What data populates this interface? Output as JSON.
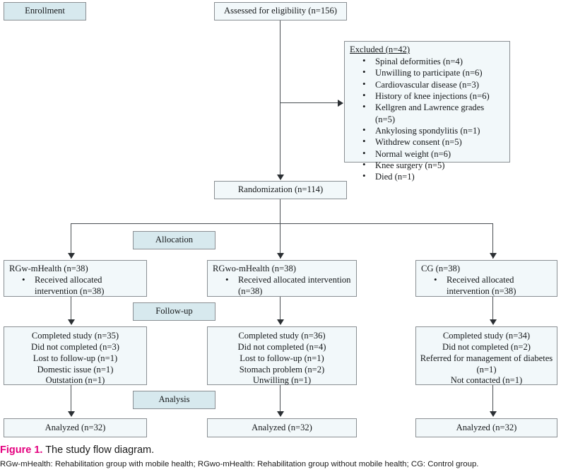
{
  "figure": {
    "stage_labels": {
      "enrollment": "Enrollment",
      "allocation": "Allocation",
      "followup": "Follow-up",
      "analysis": "Analysis"
    },
    "assessed": {
      "text": "Assessed for eligibility (n=156)"
    },
    "excluded": {
      "header": "Excluded (n=42)",
      "reasons": [
        "Spinal deformities (n=4)",
        "Unwilling to participate (n=6)",
        "Cardiovascular disease (n=3)",
        "History of knee injections (n=6)",
        "Kellgren and Lawrence grades (n=5)",
        "Ankylosing spondylitis (n=1)",
        "Withdrew consent (n=5)",
        "Normal weight (n=6)",
        "Knee surgery (n=5)",
        "Died (n=1)"
      ]
    },
    "randomization": {
      "text": "Randomization (n=114)"
    },
    "allocation_boxes": [
      {
        "header": "RGw-mHealth (n=38)",
        "items": [
          "Received allocated intervention (n=38)"
        ]
      },
      {
        "header": "RGwo-mHealth (n=38)",
        "items": [
          "Received allocated intervention (n=38)"
        ]
      },
      {
        "header": "CG (n=38)",
        "items": [
          "Received allocated intervention (n=38)"
        ]
      }
    ],
    "followup_boxes": [
      {
        "lines": [
          "Completed study (n=35)",
          "Did not completed (n=3)",
          "Lost to follow-up (n=1)",
          "Domestic issue (n=1)",
          "Outstation (n=1)"
        ]
      },
      {
        "lines": [
          "Completed study (n=36)",
          "Did not completed (n=4)",
          "Lost to follow-up (n=1)",
          "Stomach problem (n=2)",
          "Unwilling (n=1)"
        ]
      },
      {
        "lines": [
          "Completed study (n=34)",
          "Did not completed (n=2)",
          "Referred for management of diabetes",
          "(n=1)",
          "Not contacted (n=1)"
        ]
      }
    ],
    "analysis_boxes": [
      {
        "text": "Analyzed (n=32)"
      },
      {
        "text": "Analyzed (n=32)"
      },
      {
        "text": "Analyzed (n=32)"
      }
    ],
    "caption": {
      "figure_label": "Figure 1.",
      "title": " The study flow diagram.",
      "abbreviations": "RGw-mHealth: Rehabilitation group with mobile health; RGwo-mHealth: Rehabilitation group without mobile health; CG: Control group."
    },
    "colors": {
      "stage_fill": "#d7e9ee",
      "box_fill": "#f2f8fa",
      "border": "#8a8f93",
      "connector": "#4a4f53",
      "figure_accent": "#e4007f"
    }
  }
}
